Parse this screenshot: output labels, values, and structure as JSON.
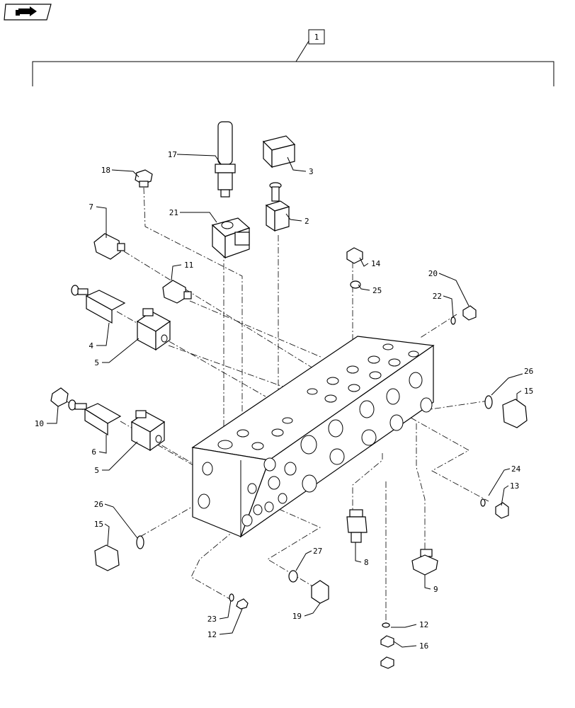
{
  "nav": {
    "icon": "page-navigation-arrow-icon"
  },
  "assembly_label": "1",
  "callouts": {
    "c2": "2",
    "c3": "3",
    "c4": "4",
    "c5a": "5",
    "c5b": "5",
    "c6": "6",
    "c7": "7",
    "c8": "8",
    "c9": "9",
    "c10": "10",
    "c11": "11",
    "c12a": "12",
    "c12b": "12",
    "c13": "13",
    "c14": "14",
    "c15a": "15",
    "c15b": "15",
    "c16": "16",
    "c17": "17",
    "c18": "18",
    "c19": "19",
    "c20": "20",
    "c21": "21",
    "c22": "22",
    "c23": "23",
    "c24": "24",
    "c25": "25",
    "c26a": "26",
    "c26b": "26",
    "c27": "27"
  }
}
